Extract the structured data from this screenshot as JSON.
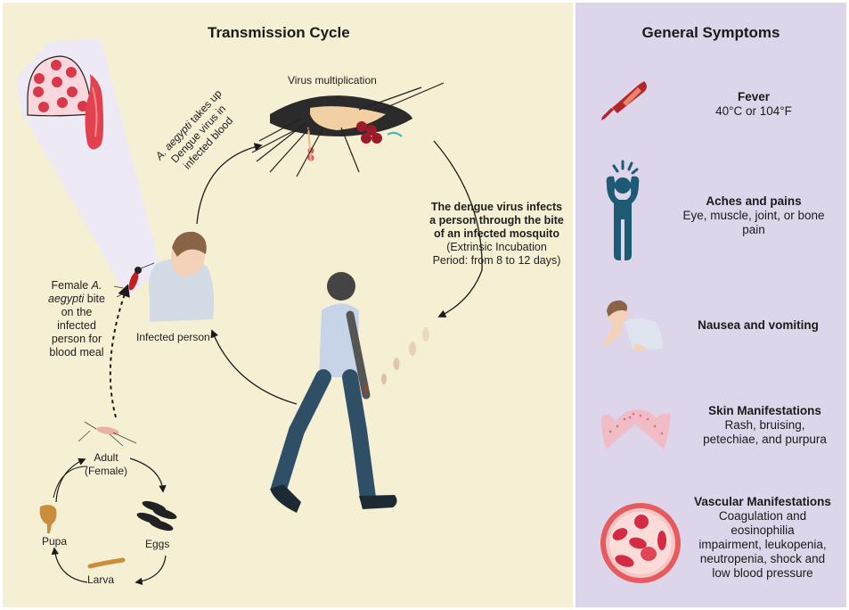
{
  "transmission": {
    "title": "Transmission Cycle",
    "labels": {
      "virus_multiplication": "Virus multiplication",
      "takes_up_prefix": "A. aegypti",
      "takes_up_rest_1": " takes up",
      "takes_up_line2": "Dengue virus in",
      "takes_up_line3": "infected blood",
      "infects_bold_1": "The dengue virus infects",
      "infects_bold_2": "a person through the bite",
      "infects_bold_3": "of an infected mosquito",
      "infects_note_1": "(Extrinsic Incubation",
      "infects_note_2": "Period: from 8 to 12 days)",
      "bite_line1_a": "Female ",
      "bite_line1_b": "A.",
      "bite_line2_a": "aegypti",
      "bite_line2_b": " bite",
      "bite_line3": "on the",
      "bite_line4": "infected",
      "bite_line5": "person for",
      "bite_line6": "blood meal",
      "infected_person": "Infected person"
    },
    "life_cycle": {
      "adult_1": "Adult",
      "adult_2": "(Female)",
      "eggs": "Eggs",
      "larva": "Larva",
      "pupa": "Pupa"
    }
  },
  "symptoms": {
    "title": "General Symptoms",
    "items": [
      {
        "icon": "thermometer-icon",
        "title": "Fever",
        "desc": "40°C or 104°F"
      },
      {
        "icon": "head-pain-icon",
        "title": "Aches and pains",
        "desc_1": "Eye, muscle, joint, or bone",
        "desc_2": "pain"
      },
      {
        "icon": "nausea-person-icon",
        "title": "Nausea and vomiting"
      },
      {
        "icon": "skin-rash-icon",
        "title": "Skin Manifestations",
        "desc_1": "Rash, bruising,",
        "desc_2": "petechiae, and purpura"
      },
      {
        "icon": "blood-vessel-icon",
        "title": "Vascular Manifestations",
        "desc_1": "Coagulation and",
        "desc_2": "eosinophilia",
        "desc_3": "impairment, leukopenia,",
        "desc_4": "neutropenia, shock and",
        "desc_5": "low blood pressure"
      }
    ]
  },
  "colors": {
    "left_bg": "#f5efd4",
    "right_bg": "#ddd6ea",
    "thermometer": "#b3262a",
    "figure_teal": "#1d5a73",
    "blood_red": "#d9384a"
  }
}
